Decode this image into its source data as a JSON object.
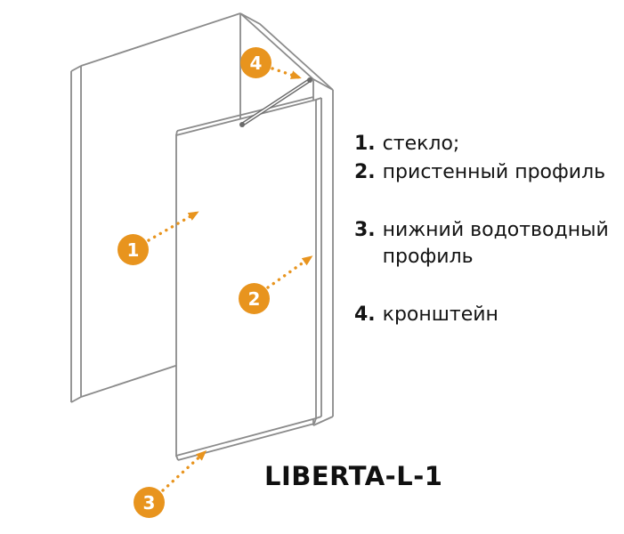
{
  "title": "LIBERTA-L-1",
  "colors": {
    "accent_orange": "#E8941E",
    "line_gray": "#8B8B8B",
    "text_black": "#141414"
  },
  "legend": {
    "items": [
      {
        "num": "1.",
        "text": "стекло;"
      },
      {
        "num": "2.",
        "text": "пристенный профиль"
      },
      {
        "num": "3.",
        "text": "нижний водотводный профиль"
      },
      {
        "num": "4.",
        "text": "кронштейн"
      }
    ]
  },
  "callouts": [
    {
      "label": "1"
    },
    {
      "label": "2"
    },
    {
      "label": "3"
    },
    {
      "label": "4"
    }
  ]
}
